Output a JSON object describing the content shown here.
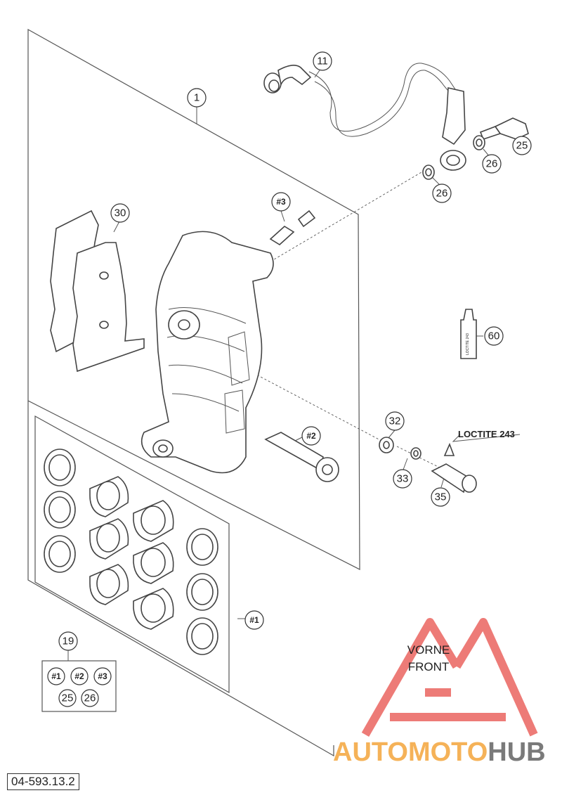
{
  "diagram": {
    "callouts": {
      "c1": "1",
      "c11": "11",
      "c30": "30",
      "c25a": "25",
      "c26a": "26",
      "c26b": "26",
      "c60": "60",
      "c32": "32",
      "c33": "33",
      "c35": "35",
      "c19": "19",
      "c25b": "25",
      "c26c": "26"
    },
    "hash_labels": {
      "h3": "#3",
      "h2": "#2",
      "h1": "#1",
      "kit1": "#1",
      "kit2": "#2",
      "kit3": "#3"
    },
    "loctite_label": "LOCTITE 243",
    "bottle_text": "LOCTITE 243",
    "direction": {
      "line1": "VORNE",
      "line2": "FRONT"
    },
    "part_number": "04-593.13.2",
    "watermark": {
      "text_orange": "AUTOMOTO",
      "text_gray": "HUB",
      "color_red": "#e8504a",
      "color_orange": "#f3a43b",
      "color_gray": "#6b6b6b"
    }
  }
}
